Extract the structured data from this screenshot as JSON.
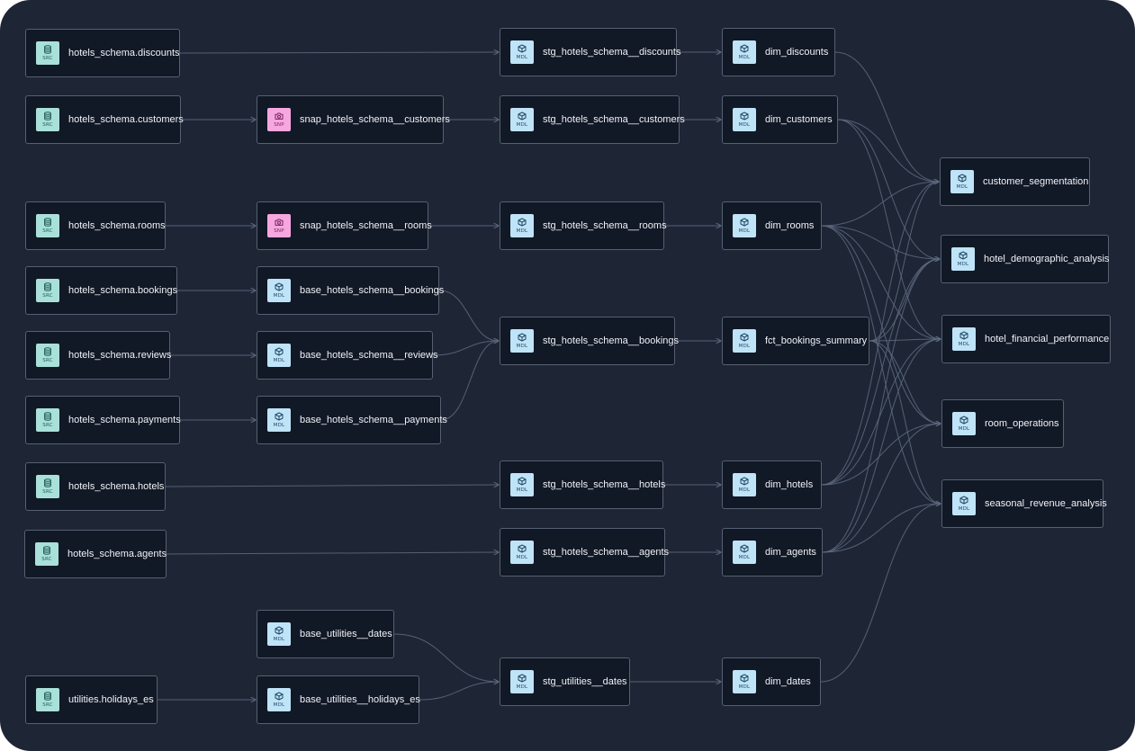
{
  "nodes": [
    {
      "id": "src_discounts",
      "label": "hotels_schema.discounts",
      "kind": "SRC",
      "icon": "database-icon"
    },
    {
      "id": "src_customers",
      "label": "hotels_schema.customers",
      "kind": "SRC",
      "icon": "database-icon"
    },
    {
      "id": "src_rooms",
      "label": "hotels_schema.rooms",
      "kind": "SRC",
      "icon": "database-icon"
    },
    {
      "id": "src_bookings",
      "label": "hotels_schema.bookings",
      "kind": "SRC",
      "icon": "database-icon"
    },
    {
      "id": "src_reviews",
      "label": "hotels_schema.reviews",
      "kind": "SRC",
      "icon": "database-icon"
    },
    {
      "id": "src_payments",
      "label": "hotels_schema.payments",
      "kind": "SRC",
      "icon": "database-icon"
    },
    {
      "id": "src_hotels",
      "label": "hotels_schema.hotels",
      "kind": "SRC",
      "icon": "database-icon"
    },
    {
      "id": "src_agents",
      "label": "hotels_schema.agents",
      "kind": "SRC",
      "icon": "database-icon"
    },
    {
      "id": "src_holidays",
      "label": "utilities.holidays_es",
      "kind": "SRC",
      "icon": "database-icon"
    },
    {
      "id": "snap_customers",
      "label": "snap_hotels_schema__customers",
      "kind": "SNP",
      "icon": "camera-icon"
    },
    {
      "id": "snap_rooms",
      "label": "snap_hotels_schema__rooms",
      "kind": "SNP",
      "icon": "camera-icon"
    },
    {
      "id": "base_bookings",
      "label": "base_hotels_schema__bookings",
      "kind": "MDL",
      "icon": "cube-icon"
    },
    {
      "id": "base_reviews",
      "label": "base_hotels_schema__reviews",
      "kind": "MDL",
      "icon": "cube-icon"
    },
    {
      "id": "base_payments",
      "label": "base_hotels_schema__payments",
      "kind": "MDL",
      "icon": "cube-icon"
    },
    {
      "id": "base_dates",
      "label": "base_utilities__dates",
      "kind": "MDL",
      "icon": "cube-icon"
    },
    {
      "id": "base_holidays",
      "label": "base_utilities__holidays_es",
      "kind": "MDL",
      "icon": "cube-icon"
    },
    {
      "id": "stg_discounts",
      "label": "stg_hotels_schema__discounts",
      "kind": "MDL",
      "icon": "cube-icon"
    },
    {
      "id": "stg_customers",
      "label": "stg_hotels_schema__customers",
      "kind": "MDL",
      "icon": "cube-icon"
    },
    {
      "id": "stg_rooms",
      "label": "stg_hotels_schema__rooms",
      "kind": "MDL",
      "icon": "cube-icon"
    },
    {
      "id": "stg_bookings",
      "label": "stg_hotels_schema__bookings",
      "kind": "MDL",
      "icon": "cube-icon"
    },
    {
      "id": "stg_hotels",
      "label": "stg_hotels_schema__hotels",
      "kind": "MDL",
      "icon": "cube-icon"
    },
    {
      "id": "stg_agents",
      "label": "stg_hotels_schema__agents",
      "kind": "MDL",
      "icon": "cube-icon"
    },
    {
      "id": "stg_dates",
      "label": "stg_utilities__dates",
      "kind": "MDL",
      "icon": "cube-icon"
    },
    {
      "id": "dim_discounts",
      "label": "dim_discounts",
      "kind": "MDL",
      "icon": "cube-icon"
    },
    {
      "id": "dim_customers",
      "label": "dim_customers",
      "kind": "MDL",
      "icon": "cube-icon"
    },
    {
      "id": "dim_rooms",
      "label": "dim_rooms",
      "kind": "MDL",
      "icon": "cube-icon"
    },
    {
      "id": "fct_bookings",
      "label": "fct_bookings_summary",
      "kind": "MDL",
      "icon": "cube-icon"
    },
    {
      "id": "dim_hotels",
      "label": "dim_hotels",
      "kind": "MDL",
      "icon": "cube-icon"
    },
    {
      "id": "dim_agents",
      "label": "dim_agents",
      "kind": "MDL",
      "icon": "cube-icon"
    },
    {
      "id": "dim_dates",
      "label": "dim_dates",
      "kind": "MDL",
      "icon": "cube-icon"
    },
    {
      "id": "customer_segmentation",
      "label": "customer_segmentation",
      "kind": "MDL",
      "icon": "cube-icon"
    },
    {
      "id": "hotel_demographic",
      "label": "hotel_demographic_analysis",
      "kind": "MDL",
      "icon": "cube-icon"
    },
    {
      "id": "hotel_financial",
      "label": "hotel_financial_performance",
      "kind": "MDL",
      "icon": "cube-icon"
    },
    {
      "id": "room_operations",
      "label": "room_operations",
      "kind": "MDL",
      "icon": "cube-icon"
    },
    {
      "id": "seasonal_revenue",
      "label": "seasonal_revenue_analysis",
      "kind": "MDL",
      "icon": "cube-icon"
    }
  ],
  "edges": [
    [
      "src_discounts",
      "stg_discounts"
    ],
    [
      "src_customers",
      "snap_customers"
    ],
    [
      "snap_customers",
      "stg_customers"
    ],
    [
      "src_rooms",
      "snap_rooms"
    ],
    [
      "snap_rooms",
      "stg_rooms"
    ],
    [
      "src_bookings",
      "base_bookings"
    ],
    [
      "src_reviews",
      "base_reviews"
    ],
    [
      "src_payments",
      "base_payments"
    ],
    [
      "base_bookings",
      "stg_bookings"
    ],
    [
      "base_reviews",
      "stg_bookings"
    ],
    [
      "base_payments",
      "stg_bookings"
    ],
    [
      "src_hotels",
      "stg_hotels"
    ],
    [
      "src_agents",
      "stg_agents"
    ],
    [
      "src_holidays",
      "base_holidays"
    ],
    [
      "base_dates",
      "stg_dates"
    ],
    [
      "base_holidays",
      "stg_dates"
    ],
    [
      "stg_discounts",
      "dim_discounts"
    ],
    [
      "stg_customers",
      "dim_customers"
    ],
    [
      "stg_rooms",
      "dim_rooms"
    ],
    [
      "stg_bookings",
      "fct_bookings"
    ],
    [
      "stg_hotels",
      "dim_hotels"
    ],
    [
      "stg_agents",
      "dim_agents"
    ],
    [
      "stg_dates",
      "dim_dates"
    ],
    [
      "dim_discounts",
      "customer_segmentation"
    ],
    [
      "dim_customers",
      "customer_segmentation"
    ],
    [
      "dim_customers",
      "hotel_demographic"
    ],
    [
      "dim_customers",
      "hotel_financial"
    ],
    [
      "dim_rooms",
      "customer_segmentation"
    ],
    [
      "dim_rooms",
      "hotel_demographic"
    ],
    [
      "dim_rooms",
      "hotel_financial"
    ],
    [
      "dim_rooms",
      "room_operations"
    ],
    [
      "dim_rooms",
      "seasonal_revenue"
    ],
    [
      "fct_bookings",
      "customer_segmentation"
    ],
    [
      "fct_bookings",
      "hotel_demographic"
    ],
    [
      "fct_bookings",
      "hotel_financial"
    ],
    [
      "fct_bookings",
      "room_operations"
    ],
    [
      "fct_bookings",
      "seasonal_revenue"
    ],
    [
      "dim_hotels",
      "customer_segmentation"
    ],
    [
      "dim_hotels",
      "hotel_demographic"
    ],
    [
      "dim_hotels",
      "hotel_financial"
    ],
    [
      "dim_hotels",
      "room_operations"
    ],
    [
      "dim_agents",
      "hotel_demographic"
    ],
    [
      "dim_agents",
      "hotel_financial"
    ],
    [
      "dim_agents",
      "room_operations"
    ],
    [
      "dim_agents",
      "seasonal_revenue"
    ],
    [
      "dim_dates",
      "seasonal_revenue"
    ]
  ],
  "colors": {
    "canvas": "#1e2636",
    "node_fill": "#111826",
    "node_border": "#566072",
    "edge": "#5f6b80",
    "src_badge": "#a9e0d9",
    "mdl_badge": "#bfe3f7",
    "snp_badge": "#f7a7df"
  }
}
